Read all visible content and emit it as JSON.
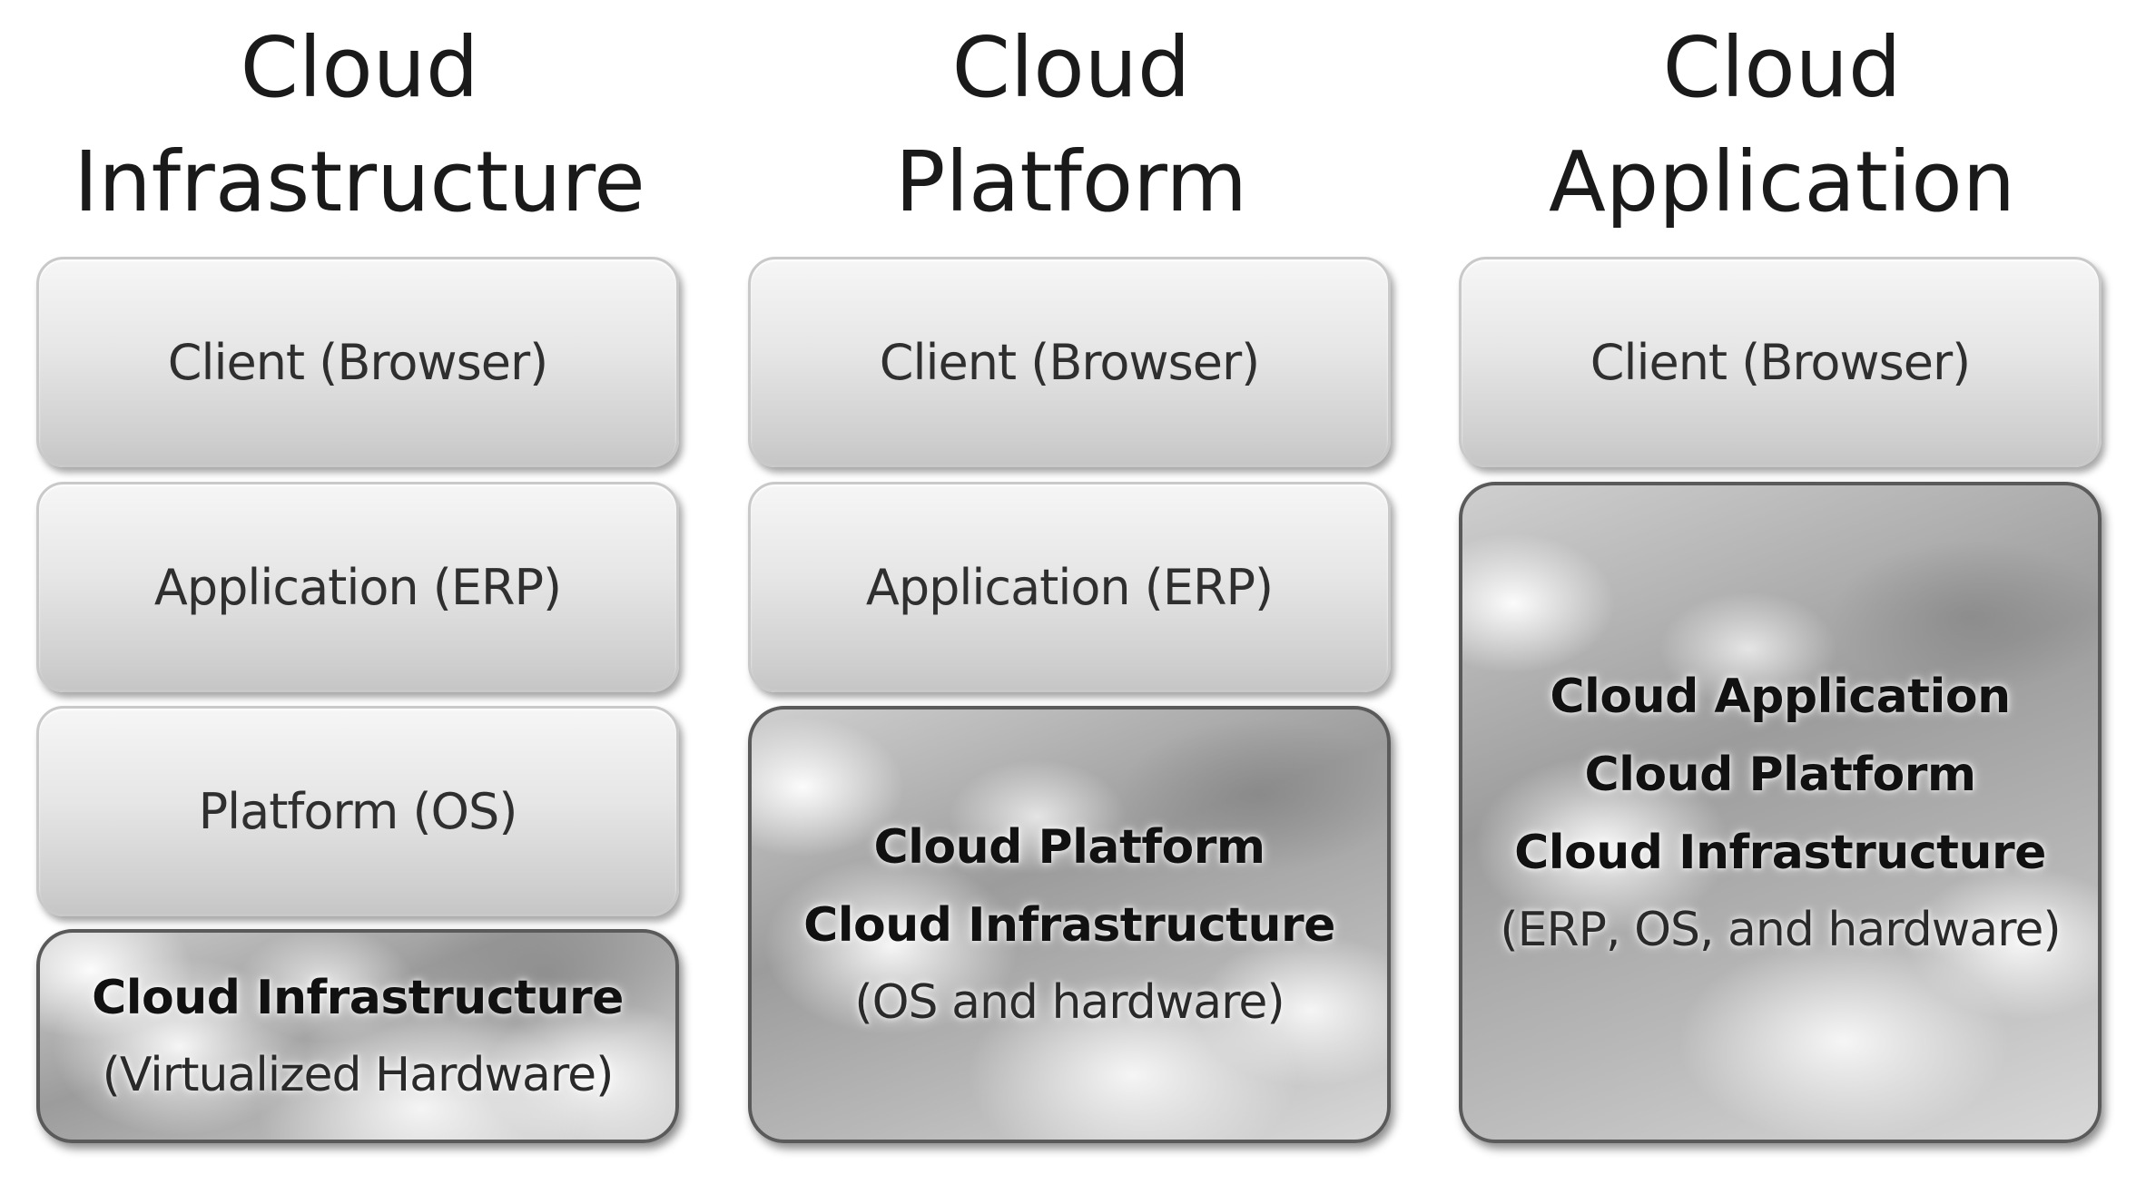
{
  "columns": [
    {
      "heading": [
        "Cloud",
        "Infrastructure"
      ],
      "layers": [
        "Client (Browser)",
        "Application (ERP)",
        "Platform (OS)"
      ],
      "cloud": {
        "bold_lines": [
          "Cloud Infrastructure"
        ],
        "sub_line": "(Virtualized Hardware)"
      }
    },
    {
      "heading": [
        "Cloud",
        "Platform"
      ],
      "layers": [
        "Client (Browser)",
        "Application (ERP)"
      ],
      "cloud": {
        "bold_lines": [
          "Cloud Platform",
          "Cloud Infrastructure"
        ],
        "sub_line": "(OS and hardware)"
      }
    },
    {
      "heading": [
        "Cloud",
        "Application"
      ],
      "layers": [
        "Client (Browser)"
      ],
      "cloud": {
        "bold_lines": [
          "Cloud Application",
          "Cloud Platform",
          "Cloud Infrastructure"
        ],
        "sub_line": "(ERP, OS, and hardware)"
      }
    }
  ],
  "colors": {
    "layer_fill_top": "#f6f6f6",
    "layer_fill_bottom": "#c6c6c6",
    "cloud_border": "#5a5a5a",
    "text": "#1a1a1a"
  }
}
